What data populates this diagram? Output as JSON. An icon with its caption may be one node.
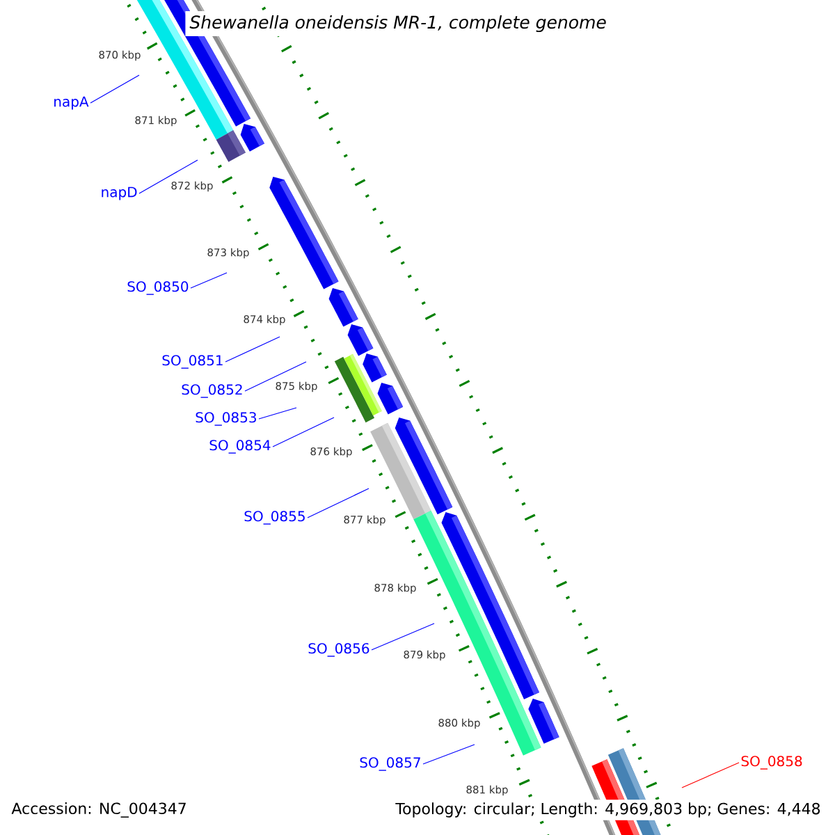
{
  "diagram": {
    "title": "Shewanella oneidensis MR-1, complete genome",
    "nodes": [
      {
        "text": [
          "napA"
        ]
      },
      {
        "text": [
          "napD"
        ]
      },
      {
        "text": [
          "SO_0850"
        ]
      },
      {
        "text": [
          "SO_0851"
        ]
      },
      {
        "text": [
          "SO_0852"
        ]
      },
      {
        "text": [
          "SO_0853"
        ]
      },
      {
        "text": [
          "SO_0854"
        ]
      },
      {
        "text": [
          "SO_0855"
        ]
      },
      {
        "text": [
          "SO_0856"
        ]
      },
      {
        "text": [
          "SO_0857"
        ]
      },
      {
        "text": [
          "SO_0858"
        ]
      }
    ],
    "edges": [
      {
        "from": 0,
        "to": null,
        "arrow": "none"
      },
      {
        "from": 1,
        "to": null,
        "arrow": "none"
      },
      {
        "from": 2,
        "to": null,
        "arrow": "none"
      },
      {
        "from": 3,
        "to": null,
        "arrow": "none"
      },
      {
        "from": 4,
        "to": null,
        "arrow": "none"
      },
      {
        "from": 5,
        "to": null,
        "arrow": "none"
      },
      {
        "from": 6,
        "to": null,
        "arrow": "none"
      },
      {
        "from": 7,
        "to": null,
        "arrow": "none"
      },
      {
        "from": 8,
        "to": null,
        "arrow": "none"
      },
      {
        "from": 9,
        "to": null,
        "arrow": "none"
      },
      {
        "from": 10,
        "to": null,
        "arrow": "none",
        "color": "#ff0000"
      }
    ],
    "labels": [
      "870 kbp",
      "871 kbp",
      "872 kbp",
      "873 kbp",
      "874 kbp",
      "875 kbp",
      "876 kbp",
      "877 kbp",
      "878 kbp",
      "879 kbp",
      "880 kbp",
      "881 kbp",
      "Accession: NC_004347",
      "Topology: circular; Length: 4,969,803 bp; Genes: 4,448"
    ]
  }
}
